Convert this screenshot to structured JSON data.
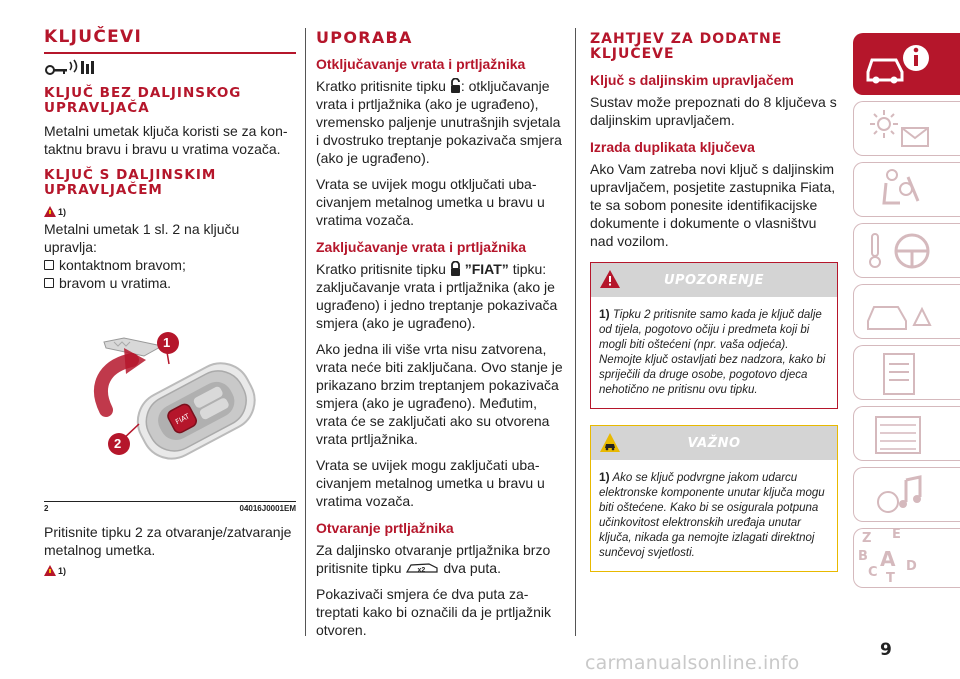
{
  "col1": {
    "title": "KLJUČEVI",
    "sec1_heading": "KLJUČ BEZ DALJINSKOG UPRAVLJAČA",
    "sec1_text": "Metalni umetak ključa koristi se za kon-taktnu bravu i bravu u vratima vozača.",
    "sec2_heading": "KLJUČ S DALJINSKIM UPRAVLJAČEM",
    "sec2_ref": "1)",
    "sec2_text": "Metalni umetak 1 sl. 2 na ključu upravlja:",
    "sec2_items": [
      "kontaktnom bravom;",
      "bravom u vratima."
    ],
    "figure_callout_1": "1",
    "figure_callout_2": "2",
    "figure_number": "2",
    "figure_code": "04016J0001EM",
    "after_figure_text": "Pritisnite tipku 2 za otvaranje/zatvaranje metalnog umetka.",
    "after_figure_ref": "1)"
  },
  "col2": {
    "title": "UPORABA",
    "unlock_heading": "Otključavanje vrata i prtljažnika",
    "unlock_text_a": "Kratko pritisnite tipku",
    "unlock_text_b": ": otključavanje vrata i prtljažnika (ako je ugrađeno), vremensko paljenje unutrašnjih svjetala i dvostruko treptanje pokazivača smjera (ako je ugrađeno).",
    "unlock_text2": "Vrata se uvijek mogu otključati uba-civanjem metalnog umetka u bravu u vratima vozača.",
    "lock_heading": "Zaključavanje vrata i prtljažnika",
    "lock_text_a": "Kratko pritisnite tipku",
    "lock_label": "”FIAT”",
    "lock_text_b": "tipku: zaključavanje vrata i prtljažnika (ako je ugrađeno) i jedno treptanje pokazivača smjera (ako je ugrađeno).",
    "lock_text2": "Ako jedna ili više vrta nisu zatvorena, vrata neće biti zaključana. Ovo stanje je prikazano brzim treptanjem pokazivača smjera (ako je ugrađeno). Međutim, vrata će se zaključati ako su otvorena vrata prtljažnika.",
    "lock_text3": "Vrata se uvijek mogu zaključati uba-civanjem metalnog umetka u bravu u vratima vozača.",
    "trunk_heading": "Otvaranje prtljažnika",
    "trunk_text_a": "Za daljinsko otvaranje prtljažnika brzo pritisnite tipku",
    "trunk_icon_label": "x2",
    "trunk_text_b": "dva puta.",
    "trunk_text2": "Pokazivači smjera će dva puta za-treptati kako bi označili da je prtljažnik otvoren."
  },
  "col3": {
    "title": "ZAHTJEV ZA DODATNE KLJUČEVE",
    "remote_heading": "Ključ s daljinskim upravljačem",
    "remote_text": "Sustav može prepoznati do 8 ključeva s daljinskim upravljačem.",
    "dup_heading": "Izrada duplikata ključeva",
    "dup_text": "Ako Vam zatreba novi ključ s daljinskim upravljačem, posjetite zastupnika Fiata, te sa sobom ponesite identifikacijske dokumente i dokumente o vlasništvu nad vozilom.",
    "warning_title": "UPOZORENJE",
    "warning_ref": "1)",
    "warning_text": "Tipku 2 pritisnite samo kada je ključ dalje od tijela, pogotovo očiju i predmeta koji bi mogli biti oštećeni (npr. vaša odjeća). Nemojte ključ ostavljati bez nadzora, kako bi spriječili da druge osobe, pogotovo djeca nehotično ne pritisnu ovu tipku.",
    "important_title": "VAŽNO",
    "important_ref": "1)",
    "important_text": "Ako se ključ podvrgne jakom udarcu elektronske komponente unutar ključa mogu biti oštećene. Kako bi se osigurala potpuna učinkovitost elektronskih uređaja unutar ključa, nikada ga nemojte izlagati direktnoj sunčevoj svjetlosti."
  },
  "sidebar": {
    "tab_icons": [
      "car-info-icon",
      "lights-warning-icon",
      "airbag-seat-icon",
      "key-steering-icon",
      "breakdown-icon",
      "maintenance-icon",
      "specifications-icon",
      "multimedia-icon",
      "index-icon"
    ],
    "index_letters": [
      "Z",
      "E",
      "B",
      "A",
      "C",
      "D",
      "T"
    ]
  },
  "page_number": "9",
  "watermark": "carmanualsonline.info",
  "colors": {
    "accent": "#b5162b",
    "note_border": "#e8b900",
    "box_header": "#d4d4d4"
  }
}
